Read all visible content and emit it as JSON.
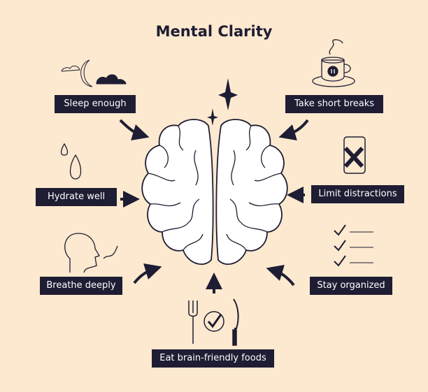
{
  "title": "Mental Clarity",
  "tips": [
    {
      "label": "Sleep enough",
      "icon": "moon-cloud-icon"
    },
    {
      "label": "Take short breaks",
      "icon": "coffee-cup-icon"
    },
    {
      "label": "Hydrate well",
      "icon": "water-drops-icon"
    },
    {
      "label": "Limit distractions",
      "icon": "phone-cross-icon"
    },
    {
      "label": "Breathe deeply",
      "icon": "breathing-head-icon"
    },
    {
      "label": "Stay organized",
      "icon": "checklist-icon"
    },
    {
      "label": "Eat brain-friendly foods",
      "icon": "fork-knife-check-icon"
    }
  ],
  "colors": {
    "background": "#fde9cf",
    "dark": "#1e1d33",
    "brain": "#ffffff"
  }
}
